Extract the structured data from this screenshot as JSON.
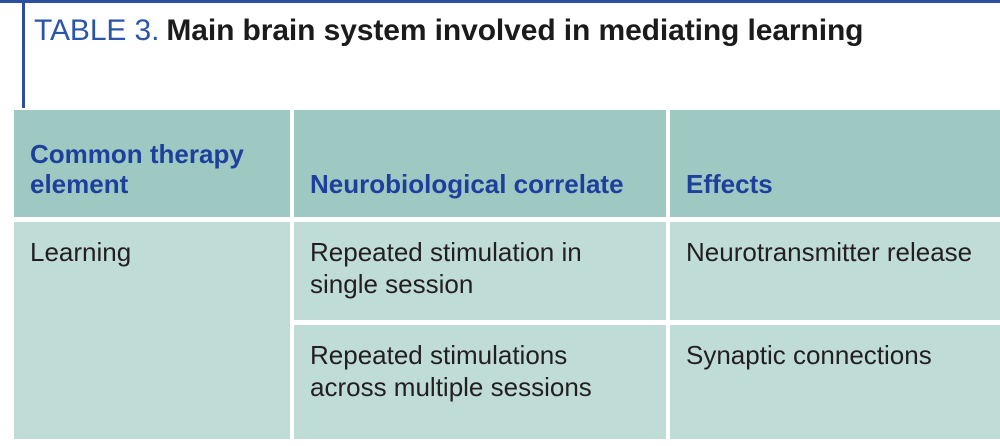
{
  "figure": {
    "title_label": "TABLE 3.",
    "title_text": "Main brain system involved in mediating learning",
    "accent_color": "#2b4f9e",
    "label_color": "#2b55a8",
    "header_bg": "#9ec9c3",
    "header_text_color": "#1f3f9c",
    "body_bg": "#bfdcd7",
    "body_text_color": "#231f20"
  },
  "table": {
    "columns": [
      "Common therapy element",
      "Neurobiological correlate",
      "Effects"
    ],
    "rows": [
      {
        "therapy_element": "Learning",
        "correlate": "Repeated stimulation in single session",
        "effect": "Neurotransmitter release"
      },
      {
        "therapy_element": "",
        "correlate": "Repeated stimulations across multiple sessions",
        "effect": "Synaptic connections"
      }
    ]
  }
}
